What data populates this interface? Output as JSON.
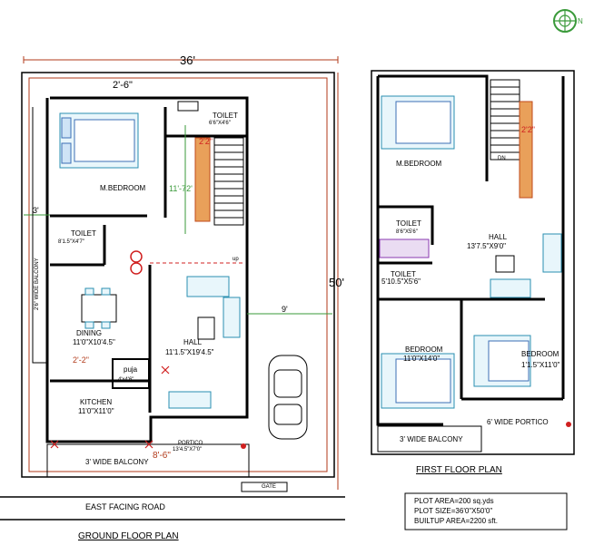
{
  "colors": {
    "wall": "#000000",
    "dimension_line": "#b23a1a",
    "furniture": "#2a8fb0",
    "stair_accent": "#e9a05a",
    "green_marker": "#3a9a3a",
    "red_marker": "#d02020"
  },
  "compass": {
    "icon": "compass-north-icon",
    "label": "N"
  },
  "ground_floor": {
    "title": "GROUND FLOOR PLAN",
    "dim_width": "36'",
    "dim_depth": "50'",
    "dim_setback_top": "2'-6\"",
    "dim_left": "3'",
    "dim_right": "9'",
    "dim_stair": "11'-72'",
    "dim_portico": "8'-6\"",
    "dim_dining": "2'-2\"",
    "dim_door": "2'2\"",
    "dim_up": "up",
    "rooms": {
      "toilet_top": {
        "name": "TOILET",
        "size": "6'6\"X4'6\""
      },
      "mbedroom": {
        "name": "M.BEDROOM"
      },
      "toilet_left": {
        "name": "TOILET",
        "size": "8'1.5\"X4'7\""
      },
      "dining": {
        "name": "DINING",
        "size": "11'0\"X10'4.5\""
      },
      "hall": {
        "name": "HALL",
        "size": "11'1.5\"X19'4.5\""
      },
      "puja": {
        "name": "puja",
        "size": "4'x4'6\""
      },
      "kitchen": {
        "name": "KITCHEN",
        "size": "11'0\"X11'0\""
      },
      "portico": {
        "name": "PORTICO",
        "size": "13'4.5\"X7'0\""
      }
    },
    "balcony_side": "2'6\" WIDE BALCONY",
    "balcony_bottom": "3' WIDE BALCONY",
    "gate": "GATE",
    "road": "EAST FACING ROAD"
  },
  "first_floor": {
    "title": "FIRST FLOOR PLAN",
    "dim_stair": "2'2\"",
    "dn": "DN",
    "rooms": {
      "mbedroom": {
        "name": "M.BEDROOM"
      },
      "toilet_1": {
        "name": "TOILET",
        "size": "8'6\"X5'6\""
      },
      "toilet_2": {
        "name": "TOILET",
        "size": "5'10.5\"X5'6\""
      },
      "hall": {
        "name": "HALL",
        "size": "13'7.5\"X9'0\""
      },
      "bedroom_1": {
        "name": "BEDROOM",
        "size": "11'0\"X14'0\""
      },
      "bedroom_2": {
        "name": "BEDROOM",
        "size": "1'1.5\"X11'0\""
      }
    },
    "portico": "6'   WIDE PORTICO",
    "balcony": "3'   WIDE BALCONY"
  },
  "info": {
    "plot_area": "PLOT AREA=200 sq.yds",
    "plot_size": "PLOT SIZE=36'0\"X50'0\"",
    "builtup_area": "BUILTUP AREA=2200 sft."
  }
}
